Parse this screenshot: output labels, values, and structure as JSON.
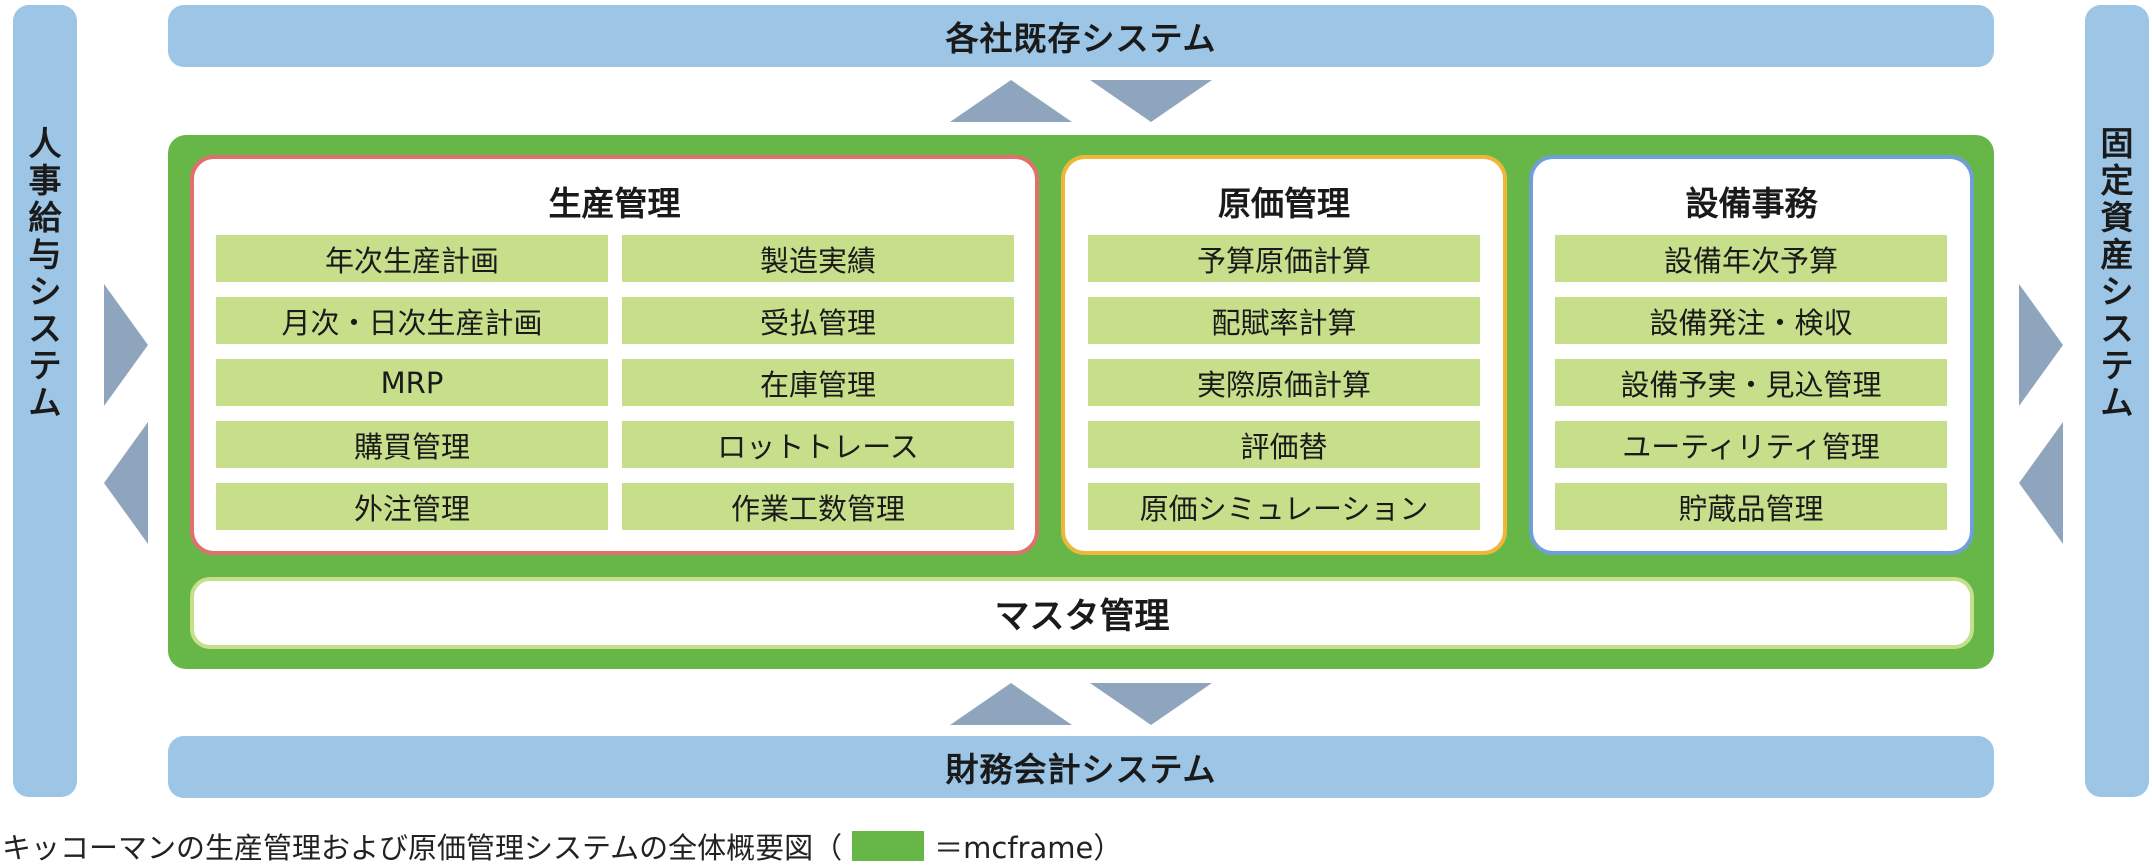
{
  "top_system": "各社既存システム",
  "bottom_system": "財務会計システム",
  "left_system": [
    "人",
    "事",
    "給",
    "与",
    "シ",
    "ス",
    "テ",
    "ム"
  ],
  "right_system": [
    "固",
    "定",
    "資",
    "産",
    "シ",
    "ス",
    "テ",
    "ム"
  ],
  "production": {
    "title": "生産管理",
    "col1": [
      "年次生産計画",
      "月次・日次生産計画",
      "MRP",
      "購買管理",
      "外注管理"
    ],
    "col2": [
      "製造実績",
      "受払管理",
      "在庫管理",
      "ロットトレース",
      "作業工数管理"
    ]
  },
  "cost": {
    "title": "原価管理",
    "items": [
      "予算原価計算",
      "配賦率計算",
      "実際原価計算",
      "評価替",
      "原価シミュレーション"
    ]
  },
  "equipment": {
    "title": "設備事務",
    "items": [
      "設備年次予算",
      "設備発注・検収",
      "設備予実・見込管理",
      "ユーティリティ管理",
      "貯蔵品管理"
    ]
  },
  "master": "マスタ管理",
  "caption": {
    "text": "キッコーマンの生産管理および原価管理システムの全体概要図（",
    "legend_label": "＝mcframe）"
  },
  "colors": {
    "system_bar": "#9cc5e6",
    "mcframe_green": "#67b748",
    "cell_green": "#c7de8b",
    "arrow": "#8ea5bd",
    "production_border": "#e0706c",
    "cost_border": "#f0b63a",
    "equipment_border": "#6f9fd6"
  }
}
